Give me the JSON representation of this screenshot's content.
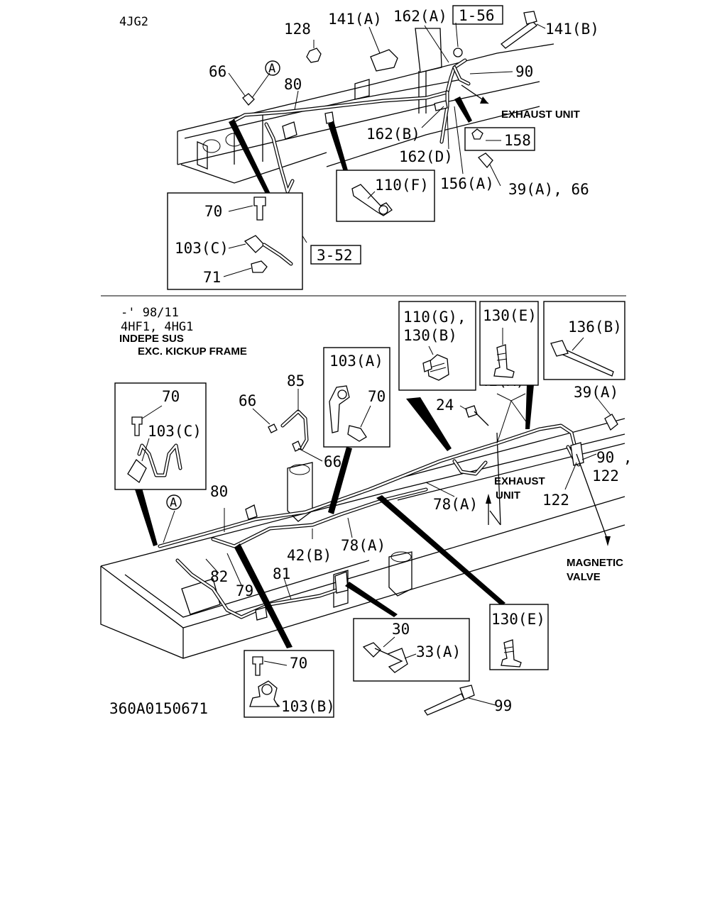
{
  "upper": {
    "model": "4JG2",
    "callouts": {
      "p128": "128",
      "p141a": "141(A)",
      "p162a": "162(A)",
      "ref156": "1-56",
      "p141b": "141(B)",
      "p66": "66",
      "circle_a": "A",
      "p80": "80",
      "p90": "90",
      "exhaust_unit": "EXHAUST UNIT",
      "p162b": "162(B)",
      "p158": "158",
      "p162d": "162(D)",
      "p156a": "156(A)",
      "p39a66": "39(A), 66",
      "p110f": "110(F)",
      "p70": "70",
      "p103c": "103(C)",
      "ref352": "3-52",
      "p71": "71"
    }
  },
  "lower": {
    "variant_lines": [
      "-' 98/11",
      "4HF1, 4HG1",
      "INDEPE SUS",
      "EXC. KICKUP FRAME"
    ],
    "callouts": {
      "p110g": "110(G),",
      "p130b": "130(B)",
      "p130e_top": "130(E)",
      "p136b": "136(B)",
      "p103a": "103(A)",
      "p70a": "70",
      "p85": "85",
      "p66a": "66",
      "p66b": "66",
      "p70b": "70",
      "p103c": "103(C)",
      "p42a": "42(A)",
      "p24": "24",
      "p39a": "39(A)",
      "p90": "90 ,",
      "p122a": "122",
      "exhaust_l1": "EXHAUST",
      "exhaust_l2": "UNIT",
      "p122b": "122",
      "p78a_top": "78(A)",
      "p80": "80",
      "circle_a": "A",
      "p42b": "42(B)",
      "p78a": "78(A)",
      "magnetic_l1": "MAGNETIC",
      "magnetic_l2": "VALVE",
      "p82": "82",
      "p79": "79",
      "p81": "81",
      "p30": "30",
      "p33a": "33(A)",
      "p130e_bot": "130(E)",
      "p70c": "70",
      "p103b": "103(B)",
      "p99": "99"
    },
    "drawing_number": "360A0150671"
  }
}
